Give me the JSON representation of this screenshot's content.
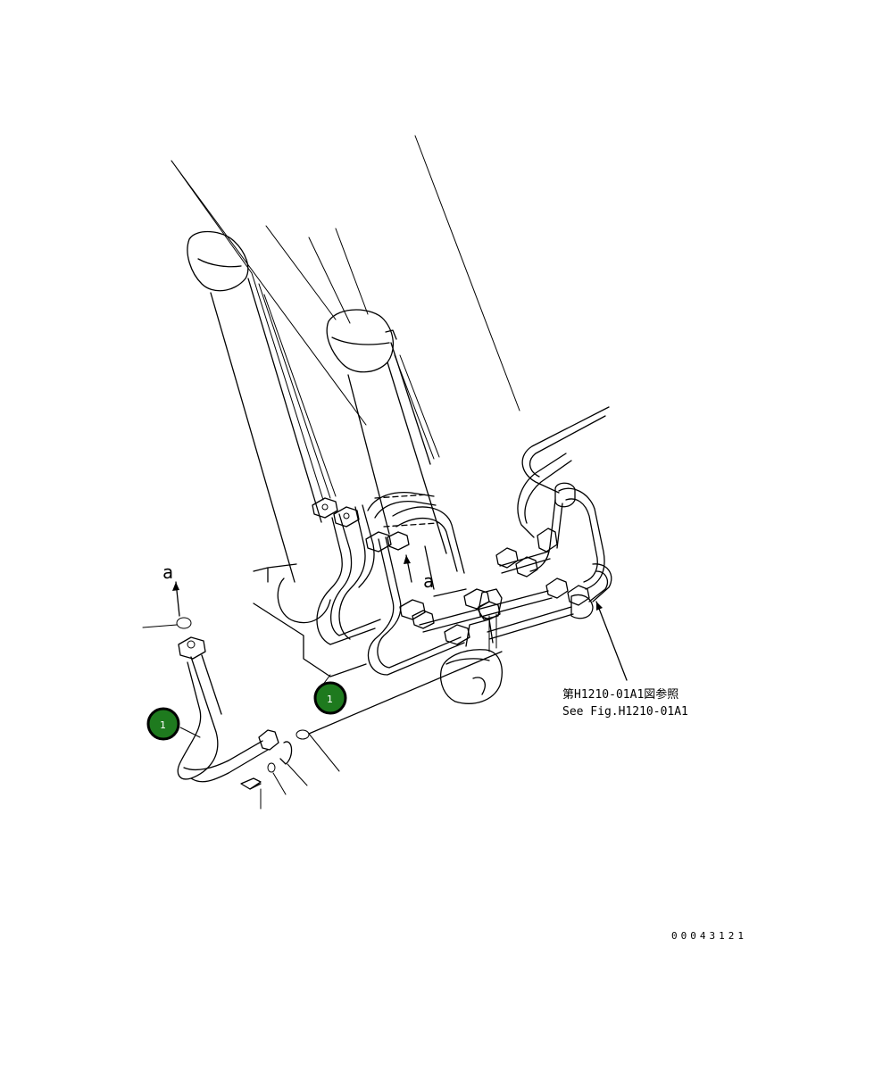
{
  "callouts": [
    {
      "label": "1"
    },
    {
      "label": "1"
    }
  ],
  "view_markers": [
    {
      "label": "a"
    },
    {
      "label": "a"
    }
  ],
  "reference_note": {
    "line_jp": "第H1210-01A1図参照",
    "line_en": "See Fig.H1210-01A1"
  },
  "drawing_number": "00043121",
  "colors": {
    "badge_fill": "#1e7a1e",
    "badge_ring": "#000000",
    "line": "#000000"
  }
}
